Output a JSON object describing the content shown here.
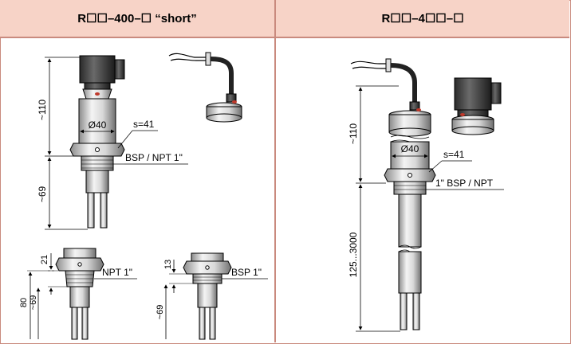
{
  "headers": {
    "left": "R☐☐–400–☐ “short”",
    "right": "R☐☐–4☐☐–☐"
  },
  "left_top": {
    "dim_height": "~110",
    "dim_length": "~69",
    "diameter": "Ø40",
    "wrench": "s=41",
    "thread": "BSP / NPT 1\""
  },
  "left_bottom_npt": {
    "dim_thread": "21",
    "dim_total": "80",
    "dim_length": "~69",
    "thread": "NPT 1\""
  },
  "left_bottom_bsp": {
    "dim_thread": "13",
    "dim_length": "~69",
    "thread": "BSP 1\""
  },
  "right": {
    "dim_height": "~110",
    "diameter": "Ø40",
    "wrench": "s=41",
    "thread": "1\" BSP / NPT",
    "dim_length": "125...3000"
  },
  "colors": {
    "header_bg": "#f7d3c7",
    "border": "#c98a7e",
    "accent_red": "#c0392b"
  }
}
